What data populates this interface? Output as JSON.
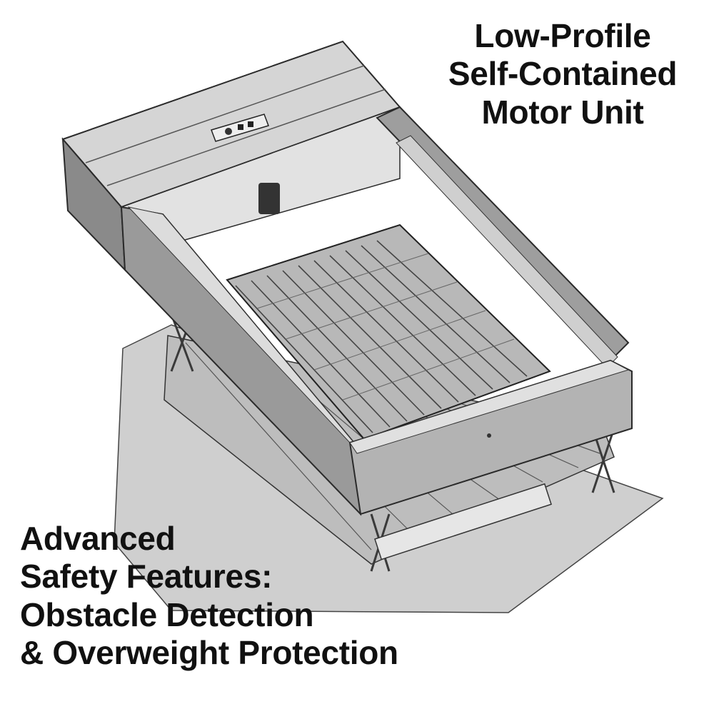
{
  "captions": {
    "top": [
      "Low-Profile",
      "Self-Contained",
      "Motor Unit"
    ],
    "bottom": [
      "Advanced",
      "Safety Features:",
      "Obstacle Detection",
      "& Overweight Protection"
    ]
  },
  "colors": {
    "background": "#ffffff",
    "text": "#111111",
    "frame_light": "#d9d9d9",
    "frame_mid": "#a8a8a8",
    "frame_dark": "#6f6f6f",
    "outline": "#2a2a2a"
  }
}
